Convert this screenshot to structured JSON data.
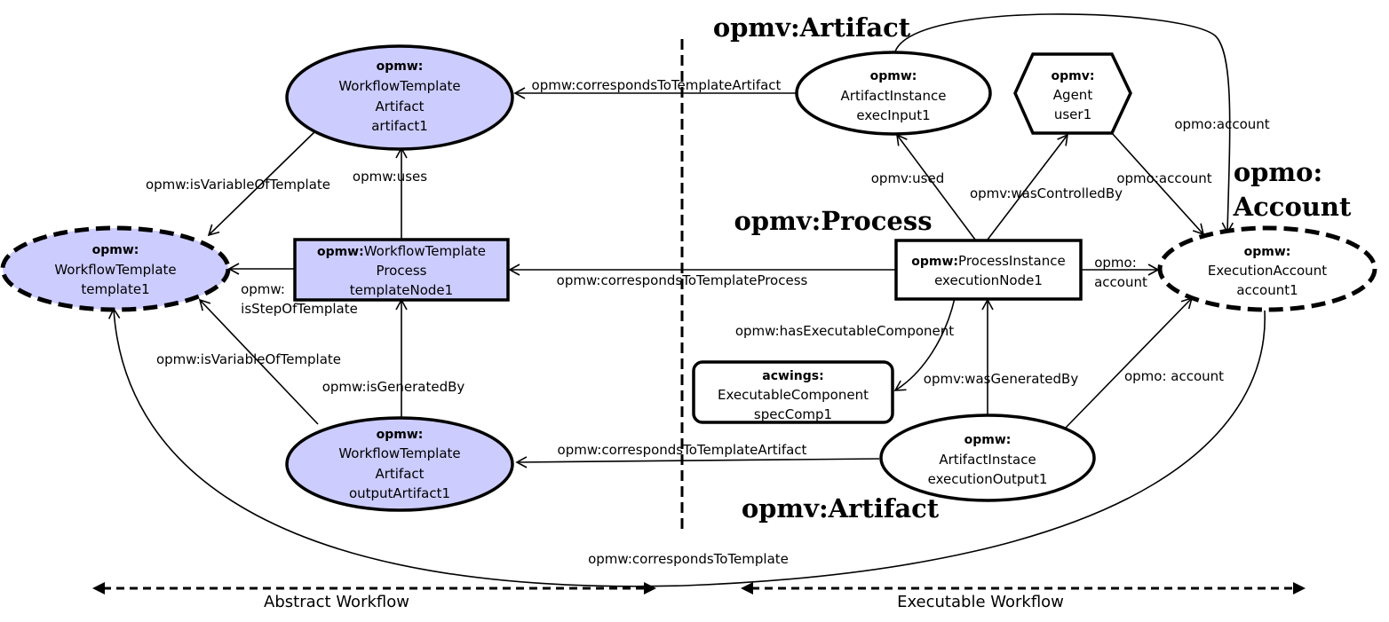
{
  "colors": {
    "template_fill": "#ccccff",
    "stroke": "#000000",
    "background": "#ffffff"
  },
  "nodes": {
    "template_artifact": {
      "prefix": "opmw:",
      "lines": [
        "WorkflowTemplate",
        "Artifact",
        "artifact1"
      ]
    },
    "template": {
      "prefix": "opmw:",
      "lines": [
        "WorkflowTemplate",
        "template1"
      ]
    },
    "template_process": {
      "prefix": "opmw:",
      "first_rest": "WorkflowTemplate",
      "lines": [
        "Process",
        "templateNode1"
      ]
    },
    "template_output": {
      "prefix": "opmw:",
      "lines": [
        "WorkflowTemplate",
        "Artifact",
        "outputArtifact1"
      ]
    },
    "exec_input": {
      "prefix": "opmw:",
      "lines": [
        "ArtifactInstance",
        "execInput1"
      ]
    },
    "agent": {
      "prefix": "opmv:",
      "lines": [
        "Agent",
        "user1"
      ]
    },
    "process_instance": {
      "prefix": "opmw:",
      "first_rest": "ProcessInstance",
      "lines": [
        "executionNode1"
      ]
    },
    "account": {
      "prefix": "opmw:",
      "lines": [
        "ExecutionAccount",
        "account1"
      ]
    },
    "exec_component": {
      "prefix": "acwings:",
      "lines": [
        "ExecutableComponent",
        "specComp1"
      ]
    },
    "exec_output": {
      "prefix": "opmw:",
      "lines": [
        "ArtifactInstace",
        "executionOutput1"
      ]
    }
  },
  "edges": {
    "corresponds_artifact_top": "opmw:correspondsToTemplateArtifact",
    "is_variable_top": "opmw:isVariableOfTemplate",
    "uses": "opmw:uses",
    "is_step_1": "opmw:",
    "is_step_2": "isStepOfTemplate",
    "corresponds_process": "opmw:correspondsToTemplateProcess",
    "is_variable_bottom": "opmw:isVariableOfTemplate",
    "is_generated_by": "opmw:isGeneratedBy",
    "corresponds_artifact_bottom": "opmw:correspondsToTemplateArtifact",
    "corresponds_template": "opmw:correspondsToTemplate",
    "used": "opmv:used",
    "was_controlled_by": "opmv:wasControlledBy",
    "account_agent": "opmo:account",
    "account_input": "opmo:account",
    "account_process_1": "opmo:",
    "account_process_2": "account",
    "has_executable_component": "opmw:hasExecutableComponent",
    "was_generated_by": "opmv:wasGeneratedBy",
    "account_output": "opmo: account"
  },
  "class_labels": {
    "artifact_top": "opmv:Artifact",
    "process": "opmv:Process",
    "account_1": "opmo:",
    "account_2": "Account",
    "artifact_bottom": "opmv:Artifact"
  },
  "sections": {
    "abstract": "Abstract Workflow",
    "executable": "Executable Workflow"
  }
}
